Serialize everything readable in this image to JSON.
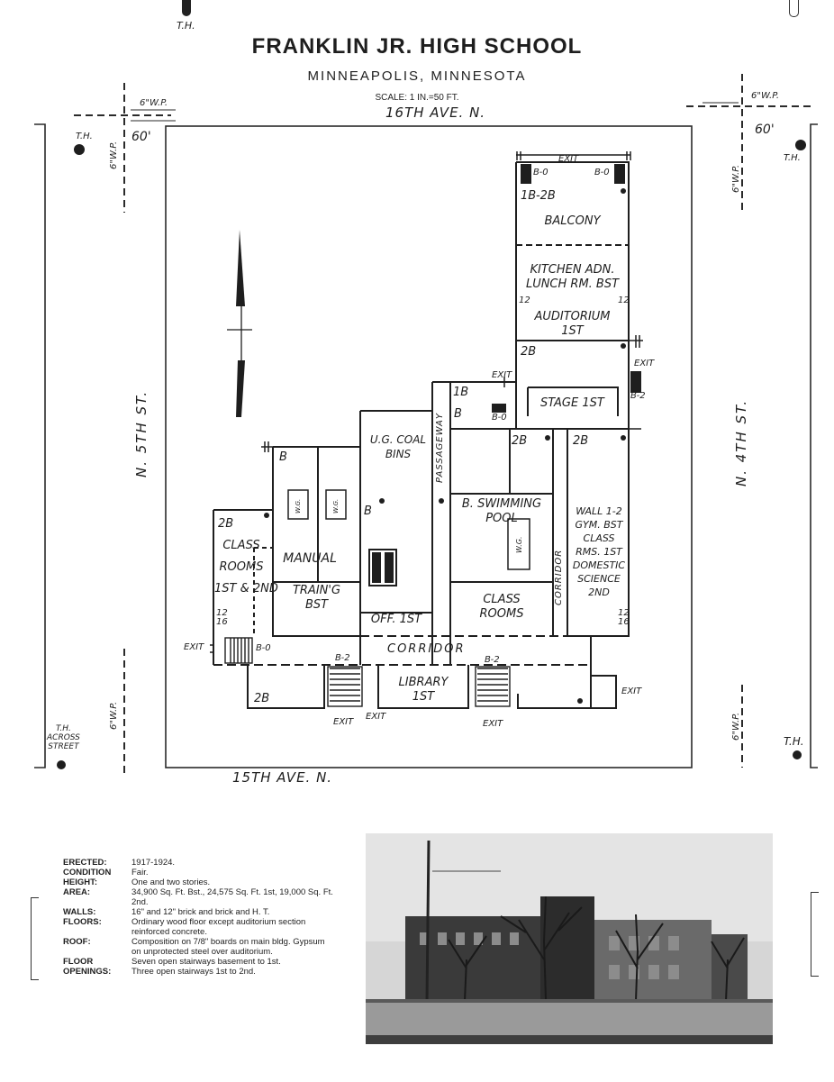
{
  "header": {
    "marker_top": "T.H.",
    "title": "FRANKLIN JR. HIGH SCHOOL",
    "subtitle": "MINNEAPOLIS, MINNESOTA",
    "scale": "SCALE: 1 IN.=50 FT."
  },
  "streets": {
    "north": "16TH AVE. N.",
    "south": "15TH AVE. N.",
    "west": "N. 5TH ST.",
    "east": "N. 4TH ST."
  },
  "map_marks": {
    "wp": "6\"W.P.",
    "width_60": "60'",
    "th": "T.H.",
    "th_across": [
      "T.H.",
      "ACROSS",
      "STREET"
    ]
  },
  "rooms": {
    "exit": "EXIT",
    "b0": "B-0",
    "b2": "B-2",
    "balcony_code": "1B-2B",
    "balcony": "BALCONY",
    "kitchen": [
      "KITCHEN ADN.",
      "LUNCH RM. BST"
    ],
    "auditorium": [
      "AUDITORIUM",
      "1ST"
    ],
    "n12": "12",
    "aud_2b": "2B",
    "stage": "STAGE 1ST",
    "passageway": "PASSAGEWAY",
    "pass_1b": "1B",
    "b": "B",
    "pool_2b": "2B",
    "gym_2b": "2B",
    "coal": [
      "U.G. COAL",
      "BINS"
    ],
    "pool": [
      "B. SWIMMING",
      "POOL"
    ],
    "corridor": "CORRIDOR",
    "gym": [
      "WALL 1-2",
      "GYM. BST",
      "CLASS",
      "RMS. 1ST",
      "DOMESTIC",
      "SCIENCE",
      "2ND"
    ],
    "gym_1216": [
      "12",
      "16"
    ],
    "class_left": [
      "2B",
      "CLASS",
      "ROOMS",
      "1ST & 2ND"
    ],
    "class_left_1216": [
      "12",
      "16"
    ],
    "manual": "MANUAL",
    "training": [
      "TRAIN'G",
      "BST"
    ],
    "office": "OFF. 1ST",
    "classrooms": [
      "CLASS",
      "ROOMS"
    ],
    "library": [
      "LIBRARY",
      "1ST"
    ],
    "south_2b": "2B",
    "wg": "W.G."
  },
  "info": [
    {
      "k": "ERECTED:",
      "v": "1917-1924."
    },
    {
      "k": "CONDITION",
      "v": "Fair."
    },
    {
      "k": "HEIGHT:",
      "v": "One and two stories."
    },
    {
      "k": "AREA:",
      "v": "34,900 Sq. Ft. Bst., 24,575 Sq. Ft. 1st, 19,000 Sq. Ft. 2nd."
    },
    {
      "k": "WALLS:",
      "v": "16\" and 12\" brick and brick and H. T."
    },
    {
      "k": "FLOORS:",
      "v": "Ordinary wood floor except auditorium section reinforced concrete."
    },
    {
      "k": "ROOF:",
      "v": "Composition on 7/8\" boards on main bldg. Gypsum on unprotected steel over auditorium."
    },
    {
      "k": "FLOOR",
      "v": "Seven open stairways basement to 1st."
    },
    {
      "k": "OPENINGS:",
      "v": "Three open stairways 1st to 2nd."
    }
  ]
}
